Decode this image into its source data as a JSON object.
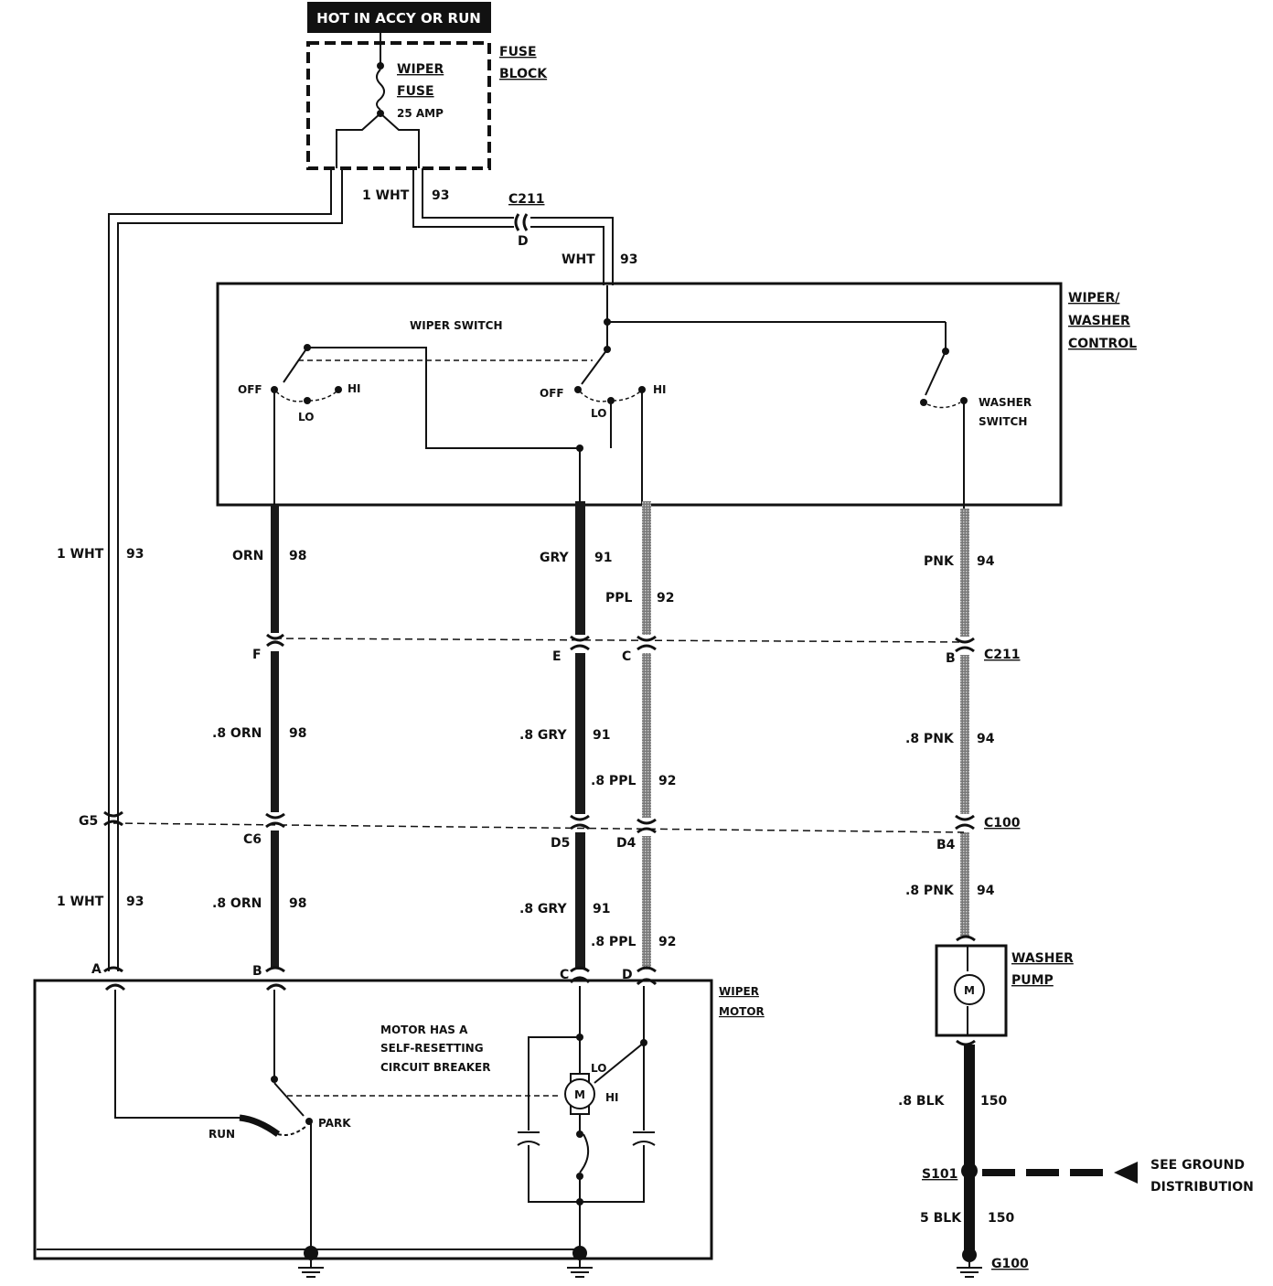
{
  "header": {
    "power_label": "HOT IN ACCY OR RUN"
  },
  "fuse_block": {
    "title_line1": "FUSE",
    "title_line2": "BLOCK",
    "fuse_line1": "WIPER",
    "fuse_line2": "FUSE",
    "rating": "25 AMP"
  },
  "feed_wires": {
    "left_color": "1 WHT",
    "left_circuit": "93",
    "right_circuit": "93",
    "splice_connector": "C211",
    "splice_cavity": "D",
    "splice_color": "WHT",
    "splice_circuit": "93"
  },
  "control": {
    "title_line1": "WIPER/",
    "title_line2": "WASHER",
    "title_line3": "CONTROL",
    "wiper_switch": "WIPER SWITCH",
    "off": "OFF",
    "lo": "LO",
    "hi": "HI",
    "washer_line1": "WASHER",
    "washer_line2": "SWITCH"
  },
  "upper_wires": {
    "a_color": "1 WHT",
    "a_circuit": "93",
    "b_color": "ORN",
    "b_circuit": "98",
    "c_color": "GRY",
    "c_circuit": "91",
    "d_color": "PPL",
    "d_circuit": "92",
    "e_color": "PNK",
    "e_circuit": "94"
  },
  "connector_c211": {
    "name": "C211",
    "cav_orn": "F",
    "cav_gry": "E",
    "cav_ppl": "C",
    "cav_pnk": "B"
  },
  "mid_wires": {
    "orn_color": ".8 ORN",
    "orn_circuit": "98",
    "gry_color": ".8 GRY",
    "gry_circuit": "91",
    "ppl_color": ".8 PPL",
    "ppl_circuit": "92",
    "pnk_color": ".8 PNK",
    "pnk_circuit": "94"
  },
  "connector_c100": {
    "name": "C100",
    "cav_wht": "G5",
    "cav_orn": "C6",
    "cav_gry": "D5",
    "cav_ppl": "D4",
    "cav_pnk": "B4"
  },
  "lower_wires": {
    "wht_color": "1 WHT",
    "wht_circuit": "93",
    "orn_color": ".8 ORN",
    "orn_circuit": "98",
    "gry_color": ".8 GRY",
    "gry_circuit": "91",
    "ppl_color": ".8 PPL",
    "ppl_circuit": "92",
    "pnk_color": ".8 PNK",
    "pnk_circuit": "94"
  },
  "motor": {
    "title_line1": "WIPER",
    "title_line2": "MOTOR",
    "pin_a": "A",
    "pin_b": "B",
    "pin_c": "C",
    "pin_d": "D",
    "note_line1": "MOTOR HAS A",
    "note_line2": "SELF-RESETTING",
    "note_line3": "CIRCUIT BREAKER",
    "run": "RUN",
    "park": "PARK",
    "lo": "LO",
    "hi": "HI",
    "m": "M"
  },
  "pump": {
    "title_line1": "WASHER",
    "title_line2": "PUMP",
    "m": "M"
  },
  "ground": {
    "blk1_color": ".8 BLK",
    "blk1_circuit": "150",
    "splice": "S101",
    "blk2_color": "5 BLK",
    "blk2_circuit": "150",
    "ground_name": "G100",
    "see_line1": "SEE GROUND",
    "see_line2": "DISTRIBUTION"
  }
}
